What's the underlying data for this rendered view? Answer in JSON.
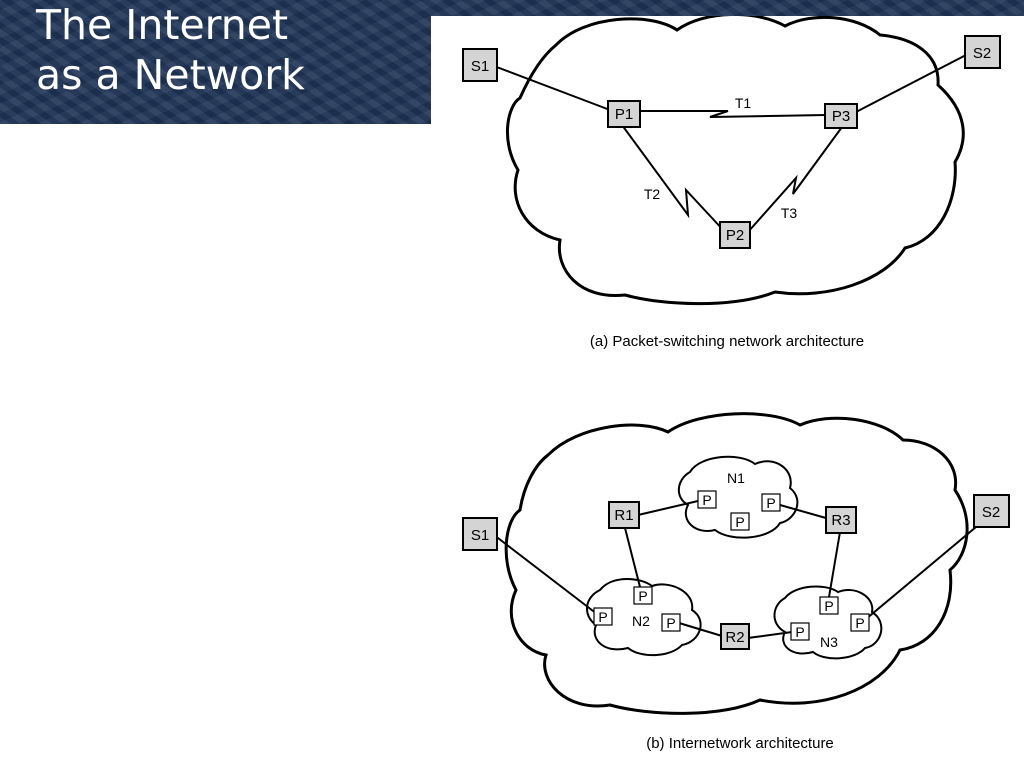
{
  "slide": {
    "title_line1": "The Internet",
    "title_line2": "as a Network"
  },
  "diagram_a": {
    "caption": "(a) Packet-switching network architecture",
    "nodes": {
      "s1": "S1",
      "s2": "S2",
      "p1": "P1",
      "p2": "P2",
      "p3": "P3"
    },
    "links": {
      "t1": "T1",
      "t2": "T2",
      "t3": "T3"
    }
  },
  "diagram_b": {
    "caption": "(b) Internetwork architecture",
    "nodes": {
      "s1": "S1",
      "s2": "S2",
      "r1": "R1",
      "r2": "R2",
      "r3": "R3"
    },
    "networks": {
      "n1": "N1",
      "n2": "N2",
      "n3": "N3"
    },
    "packet_label": "P"
  },
  "colors": {
    "title_bg": "#1f3456",
    "node_fill": "#d4d4d4",
    "stroke": "#000000"
  }
}
